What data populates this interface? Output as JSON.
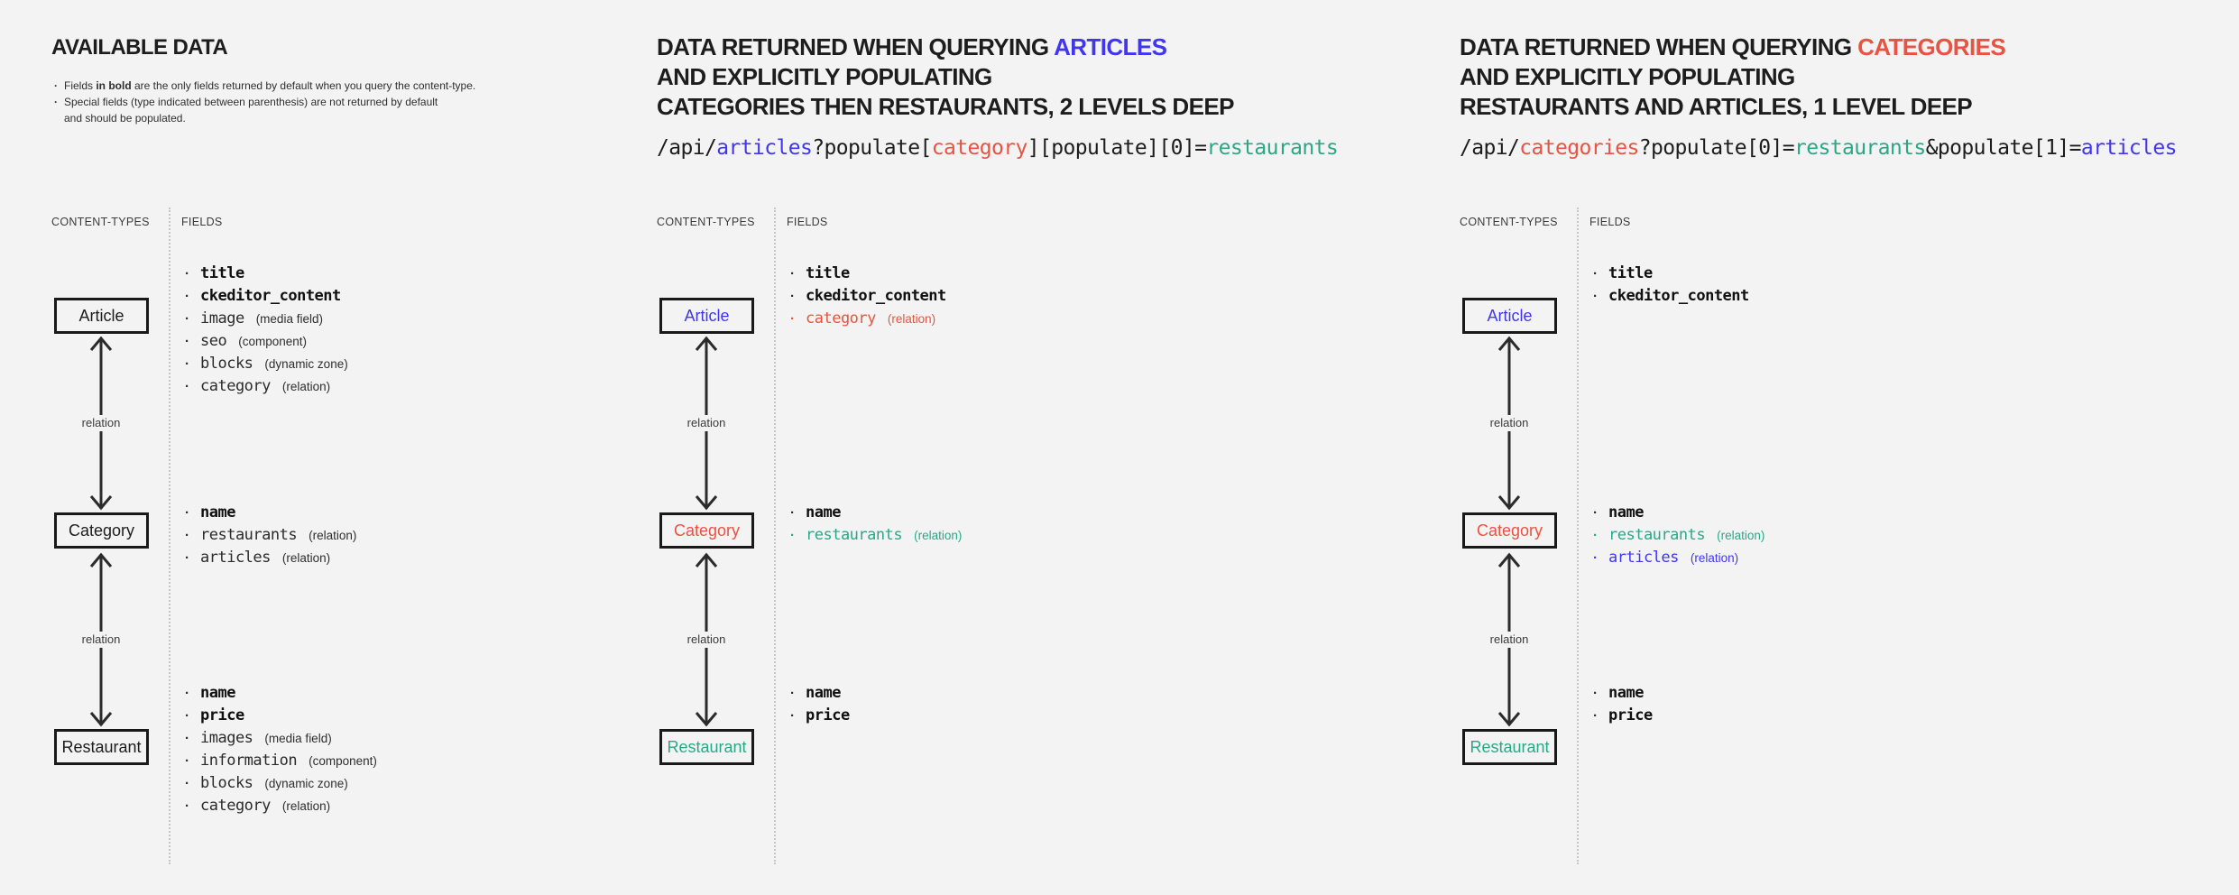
{
  "colors": {
    "blue": "#4136ef",
    "red": "#e85342",
    "teal": "#2aa885",
    "ink": "#1d1d1d"
  },
  "relation_label": "relation",
  "panels": [
    {
      "id": "available-data",
      "title_lines": [
        [
          {
            "t": "AVAILABLE DATA"
          }
        ]
      ],
      "notes": [
        {
          "lines": [
            [
              {
                "t": "Fields "
              },
              {
                "t": "in bold",
                "b": true
              },
              {
                "t": " are the only fields returned by default when you query the content-type."
              }
            ]
          ]
        },
        {
          "lines": [
            [
              {
                "t": "Special fields (type indicated between parenthesis) are not returned by default"
              }
            ],
            [
              {
                "t": "and should be populated."
              }
            ]
          ]
        }
      ],
      "code": null,
      "columns": {
        "content_types": "CONTENT-TYPES",
        "fields": "FIELDS"
      },
      "boxes": [
        {
          "label": "Article",
          "color": null,
          "fields": [
            {
              "name": "title",
              "bold": true
            },
            {
              "name": "ckeditor_content",
              "bold": true
            },
            {
              "name": "image",
              "type": "(media field)"
            },
            {
              "name": "seo",
              "type": "(component)"
            },
            {
              "name": "blocks",
              "type": "(dynamic zone)"
            },
            {
              "name": "category",
              "type": "(relation)"
            }
          ]
        },
        {
          "label": "Category",
          "color": null,
          "fields": [
            {
              "name": "name",
              "bold": true
            },
            {
              "name": "restaurants",
              "type": "(relation)"
            },
            {
              "name": "articles",
              "type": "(relation)"
            }
          ]
        },
        {
          "label": "Restaurant",
          "color": null,
          "fields": [
            {
              "name": "name",
              "bold": true
            },
            {
              "name": "price",
              "bold": true
            },
            {
              "name": "images",
              "type": "(media field)"
            },
            {
              "name": "information",
              "type": "(component)"
            },
            {
              "name": "blocks",
              "type": "(dynamic zone)"
            },
            {
              "name": "category",
              "type": "(relation)"
            }
          ]
        }
      ]
    },
    {
      "id": "query-articles",
      "title_lines": [
        [
          {
            "t": "DATA RETURNED WHEN QUERYING "
          },
          {
            "t": "ARTICLES",
            "c": "blue"
          }
        ],
        [
          {
            "t": "AND EXPLICITLY POPULATING"
          }
        ],
        [
          {
            "t": "CATEGORIES THEN RESTAURANTS, 2 LEVELS DEEP"
          }
        ]
      ],
      "notes": null,
      "code": [
        {
          "t": "/api/"
        },
        {
          "t": "articles",
          "c": "blue"
        },
        {
          "t": "?populate["
        },
        {
          "t": "category",
          "c": "red"
        },
        {
          "t": "][populate][0]="
        },
        {
          "t": "restaurants",
          "c": "teal"
        }
      ],
      "columns": {
        "content_types": "CONTENT-TYPES",
        "fields": "FIELDS"
      },
      "boxes": [
        {
          "label": "Article",
          "color": "blue",
          "fields": [
            {
              "name": "title",
              "bold": true
            },
            {
              "name": "ckeditor_content",
              "bold": true
            },
            {
              "name": "category",
              "type": "(relation)",
              "color": "red"
            }
          ]
        },
        {
          "label": "Category",
          "color": "red",
          "fields": [
            {
              "name": "name",
              "bold": true
            },
            {
              "name": "restaurants",
              "type": "(relation)",
              "color": "teal"
            }
          ]
        },
        {
          "label": "Restaurant",
          "color": "teal",
          "fields": [
            {
              "name": "name",
              "bold": true
            },
            {
              "name": "price",
              "bold": true
            }
          ]
        }
      ]
    },
    {
      "id": "query-categories",
      "title_lines": [
        [
          {
            "t": "DATA RETURNED WHEN QUERYING "
          },
          {
            "t": "CATEGORIES",
            "c": "red"
          }
        ],
        [
          {
            "t": "AND EXPLICITLY POPULATING"
          }
        ],
        [
          {
            "t": "RESTAURANTS AND ARTICLES, 1 LEVEL DEEP"
          }
        ]
      ],
      "notes": null,
      "code": [
        {
          "t": "/api/"
        },
        {
          "t": "categories",
          "c": "red"
        },
        {
          "t": "?populate[0]="
        },
        {
          "t": "restaurants",
          "c": "teal"
        },
        {
          "t": "&populate[1]="
        },
        {
          "t": "articles",
          "c": "blue"
        }
      ],
      "columns": {
        "content_types": "CONTENT-TYPES",
        "fields": "FIELDS"
      },
      "boxes": [
        {
          "label": "Article",
          "color": "blue",
          "fields": [
            {
              "name": "title",
              "bold": true
            },
            {
              "name": "ckeditor_content",
              "bold": true
            }
          ]
        },
        {
          "label": "Category",
          "color": "red",
          "fields": [
            {
              "name": "name",
              "bold": true
            },
            {
              "name": "restaurants",
              "type": "(relation)",
              "color": "teal"
            },
            {
              "name": "articles",
              "type": "(relation)",
              "color": "blue"
            }
          ]
        },
        {
          "label": "Restaurant",
          "color": "teal",
          "fields": [
            {
              "name": "name",
              "bold": true
            },
            {
              "name": "price",
              "bold": true
            }
          ]
        }
      ]
    }
  ]
}
